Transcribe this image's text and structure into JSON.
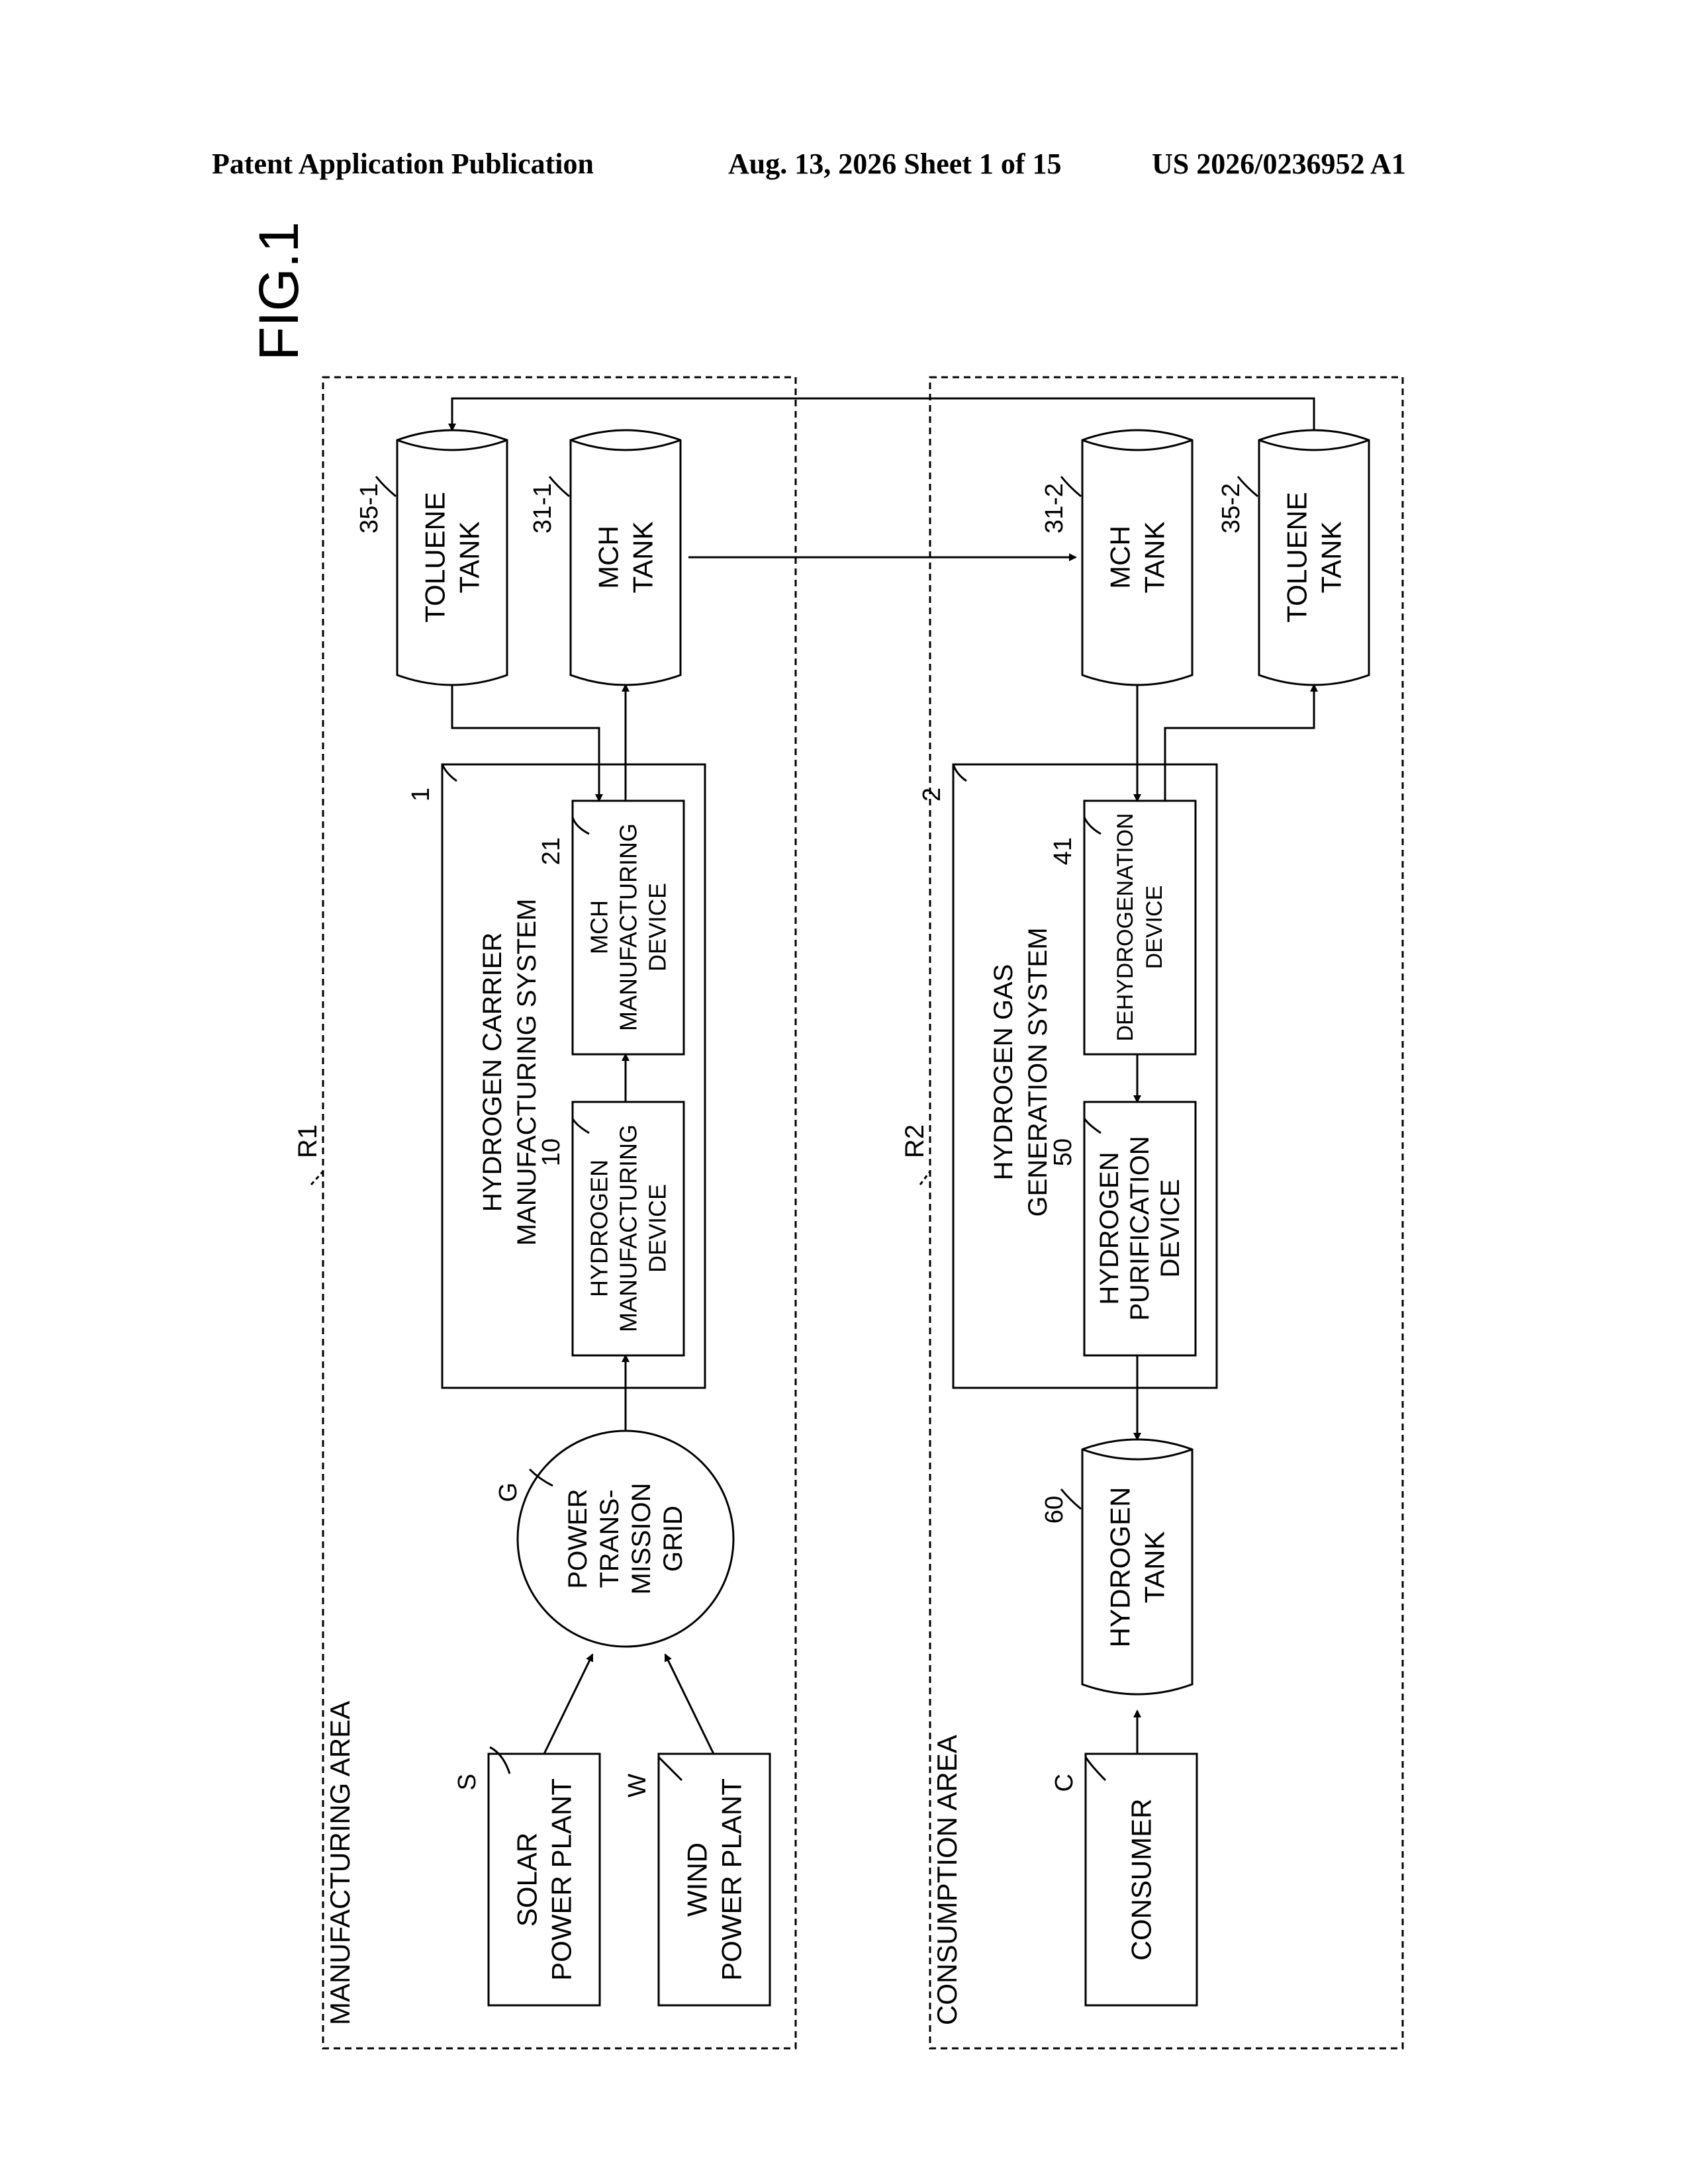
{
  "header": {
    "publication": "Patent Application Publication",
    "date_sheet": "Aug. 13, 2026  Sheet 1 of 15",
    "number": "US 2026/0236952 A1"
  },
  "figure_label": "FIG.1",
  "areas": {
    "manufacturing": {
      "label": "MANUFACTURING AREA",
      "ref": "R1"
    },
    "consumption": {
      "label": "CONSUMPTION AREA",
      "ref": "R2"
    }
  },
  "nodes": {
    "solar": {
      "lines": [
        "SOLAR",
        "POWER PLANT"
      ],
      "ref": "S"
    },
    "wind": {
      "lines": [
        "WIND",
        "POWER PLANT"
      ],
      "ref": "W"
    },
    "grid": {
      "lines": [
        "POWER",
        "TRANS-",
        "MISSION",
        "GRID"
      ],
      "ref": "G"
    },
    "carrier_system": {
      "lines": [
        "HYDROGEN CARRIER",
        "MANUFACTURING SYSTEM"
      ],
      "ref": "1"
    },
    "hydrogen_mfg": {
      "lines": [
        "HYDROGEN",
        "MANUFACTURING",
        "DEVICE"
      ],
      "ref": "10"
    },
    "mch_mfg": {
      "lines": [
        "MCH",
        "MANUFACTURING",
        "DEVICE"
      ],
      "ref": "21"
    },
    "toluene_tank_1": {
      "lines": [
        "TOLUENE",
        "TANK"
      ],
      "ref": "35-1"
    },
    "mch_tank_1": {
      "lines": [
        "MCH",
        "TANK"
      ],
      "ref": "31-1"
    },
    "mch_tank_2": {
      "lines": [
        "MCH",
        "TANK"
      ],
      "ref": "31-2"
    },
    "toluene_tank_2": {
      "lines": [
        "TOLUENE",
        "TANK"
      ],
      "ref": "35-2"
    },
    "gas_system": {
      "lines": [
        "HYDROGEN GAS",
        "GENERATION SYSTEM"
      ],
      "ref": "2"
    },
    "dehydrogenation": {
      "lines": [
        "DEHYDROGENATION",
        "DEVICE"
      ],
      "ref": "41"
    },
    "purification": {
      "lines": [
        "HYDROGEN",
        "PURIFICATION",
        "DEVICE"
      ],
      "ref": "50"
    },
    "hydrogen_tank": {
      "lines": [
        "HYDROGEN",
        "TANK"
      ],
      "ref": "60"
    },
    "consumer": {
      "lines": [
        "CONSUMER"
      ],
      "ref": "C"
    }
  }
}
